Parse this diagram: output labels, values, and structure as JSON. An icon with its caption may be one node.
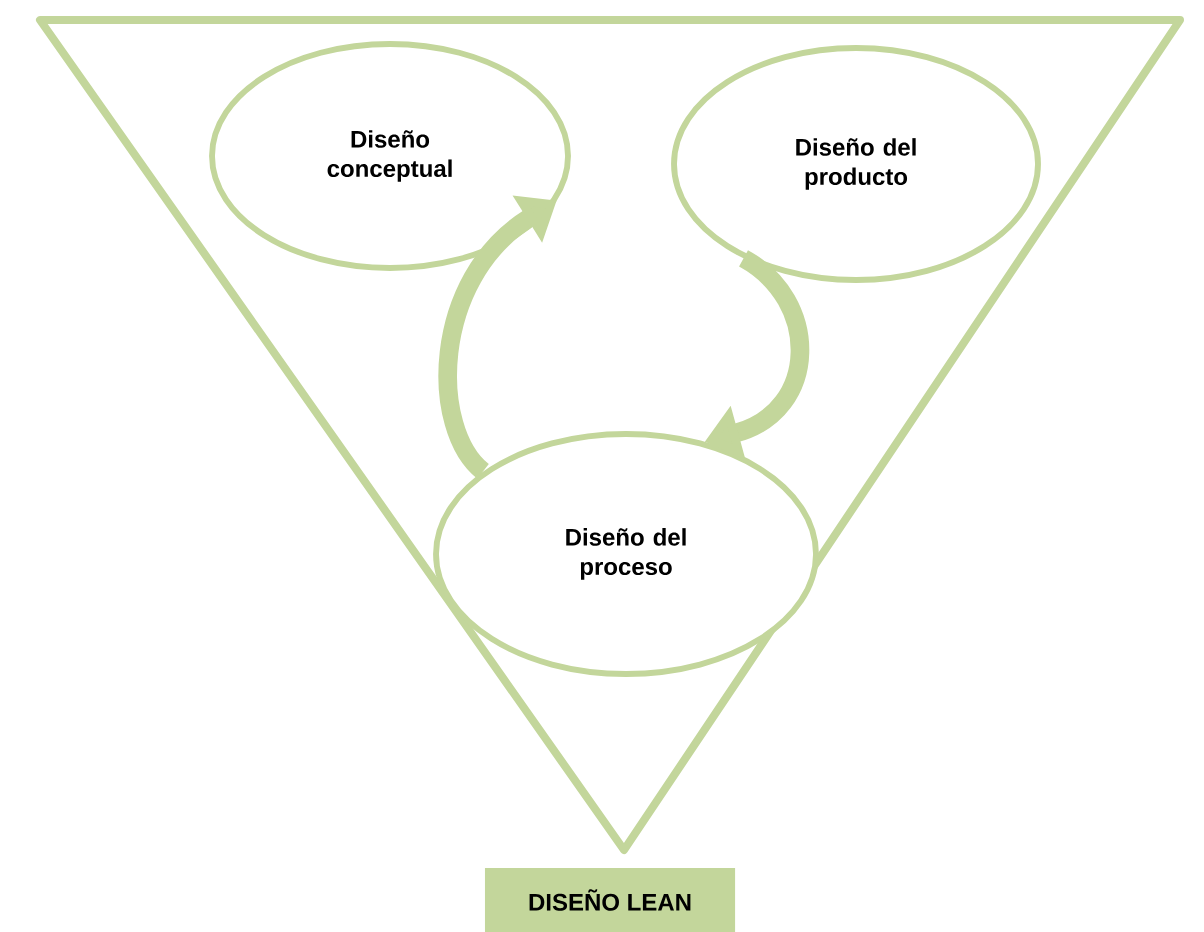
{
  "diagram": {
    "nodes": [
      {
        "text": [],
        "shape": "triangle"
      },
      {
        "text": [
          "Diseño conceptual"
        ],
        "in": 0
      },
      {
        "text": [
          "Diseño del producto"
        ],
        "in": 0
      },
      {
        "text": [
          "Diseño del proceso"
        ],
        "in": 0
      },
      {
        "text": [
          "DISEÑO LEAN"
        ]
      }
    ],
    "edges": [
      {
        "from": 3,
        "to": 1,
        "arrow": "to"
      },
      {
        "from": 2,
        "to": 3,
        "arrow": "to"
      }
    ]
  }
}
